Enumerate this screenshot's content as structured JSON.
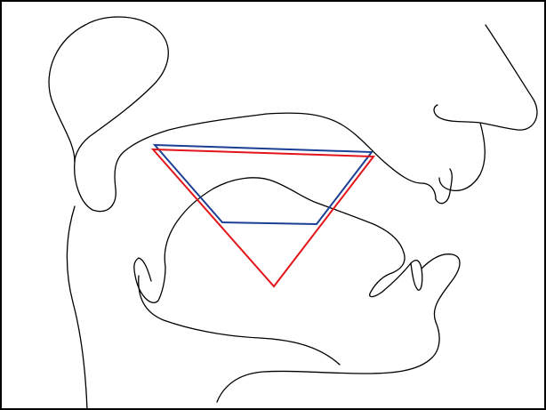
{
  "diagram": {
    "type": "vowel-space-on-vocal-tract-sagittal-section",
    "colors": {
      "outline": "#000000",
      "vowel_triangle": "#e3151a",
      "vowel_trapezoid": "#1b3f95",
      "background": "#ffffff"
    },
    "shapes": [
      {
        "name": "vowel-triangle",
        "color_key": "vowel_triangle",
        "vertex_count": 3
      },
      {
        "name": "vowel-trapezoid",
        "color_key": "vowel_trapezoid",
        "vertex_count": 4
      }
    ]
  }
}
